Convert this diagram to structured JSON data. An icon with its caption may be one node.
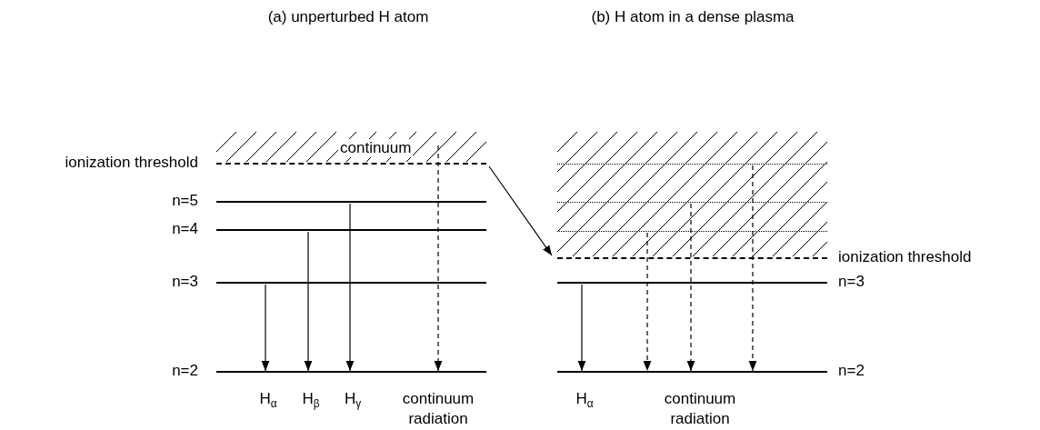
{
  "diagram": {
    "nodes": [
      {
        "text": [
          "continuum"
        ]
      },
      {
        "text": [
          "ionization threshold"
        ]
      },
      {
        "text": [
          "n=5"
        ]
      },
      {
        "text": [
          "n=4"
        ]
      },
      {
        "text": [
          "n=3"
        ]
      },
      {
        "text": [
          "n=2"
        ]
      },
      {
        "text": [],
        "shape": "box"
      },
      {
        "text": [],
        "shape": "bar",
        "in": 6
      },
      {
        "text": [],
        "shape": "bar",
        "in": 6
      },
      {
        "text": [],
        "shape": "bar",
        "in": 6
      },
      {
        "text": [
          "ionization threshold"
        ]
      },
      {
        "text": [
          "n=3"
        ]
      },
      {
        "text": [
          "n=2"
        ]
      }
    ],
    "edges": [
      {
        "from": 4,
        "to": 5,
        "arrow": "to"
      },
      {
        "from": 3,
        "to": 5,
        "arrow": "to"
      },
      {
        "from": 2,
        "to": 5,
        "arrow": "to"
      },
      {
        "from": 0,
        "to": 5,
        "arrow": "to",
        "style": "dashed"
      },
      {
        "from": 1,
        "to": 10,
        "arrow": "to"
      },
      {
        "from": 11,
        "to": 12,
        "arrow": "to"
      },
      {
        "from": 9,
        "to": 12,
        "arrow": "to",
        "style": "dashed"
      },
      {
        "from": 8,
        "to": 12,
        "arrow": "to",
        "style": "dashed"
      },
      {
        "from": 7,
        "to": 12,
        "arrow": "to",
        "style": "dashed"
      }
    ],
    "labels": [
      "(a) unperturbed H atom",
      "(b) H atom in a dense plasma",
      "H$_{α}$",
      "H$_{β}$",
      "H$_{γ}$",
      "continuum radiation",
      "H$_{α}$",
      "continuum radiation"
    ]
  }
}
